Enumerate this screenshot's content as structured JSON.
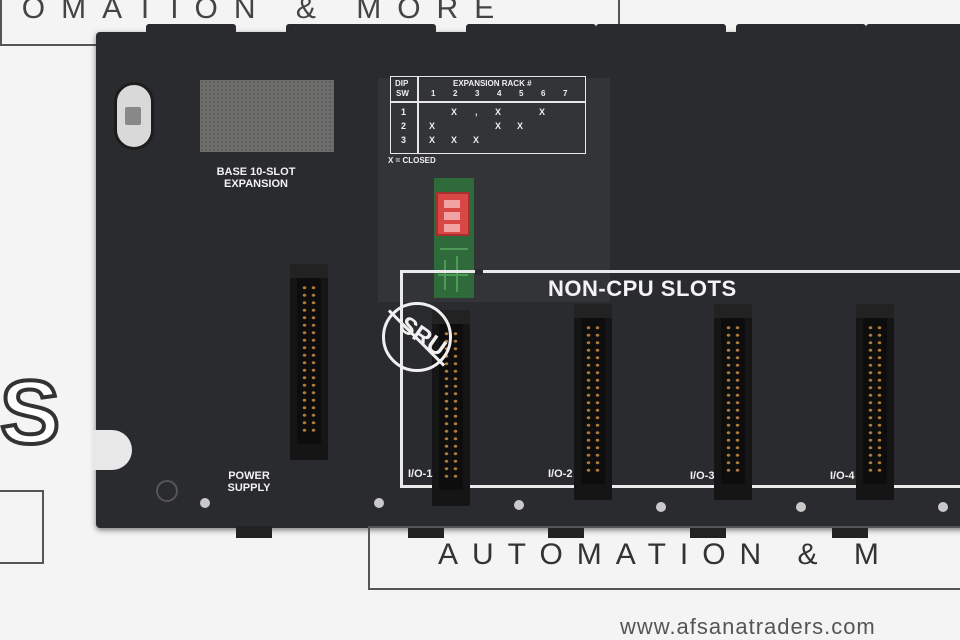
{
  "watermark": {
    "top_text": "TOMATION & MORE",
    "bottom_text": "AUTOMATION & M",
    "url": "www.afsanatraders.com",
    "big_letters": "S"
  },
  "rack": {
    "expansion_label_line1": "BASE 10-SLOT",
    "expansion_label_line2": "EXPANSION",
    "power_label_line1": "POWER",
    "power_label_line2": "SUPPLY",
    "slot_section_title": "NON-CPU SLOTS",
    "srl_symbol": "SRU",
    "slots": [
      "I/O-1",
      "I/O-2",
      "I/O-3",
      "I/O-4"
    ]
  },
  "dip_table": {
    "head_left_line1": "DIP",
    "head_left_line2": "SW",
    "head_title": "EXPANSION RACK #",
    "rack_numbers": [
      "1",
      "2",
      "3",
      "4",
      "5",
      "6",
      "7"
    ],
    "rows": [
      {
        "sw": "1",
        "marks": [
          "",
          "X",
          ",",
          "X",
          "",
          "X",
          ""
        ]
      },
      {
        "sw": "2",
        "marks": [
          "X",
          "",
          "",
          "X",
          "X",
          "",
          ""
        ]
      },
      {
        "sw": "3",
        "marks": [
          "X",
          "X",
          "X",
          "",
          "",
          "",
          ""
        ]
      }
    ],
    "note": "X = CLOSED"
  }
}
